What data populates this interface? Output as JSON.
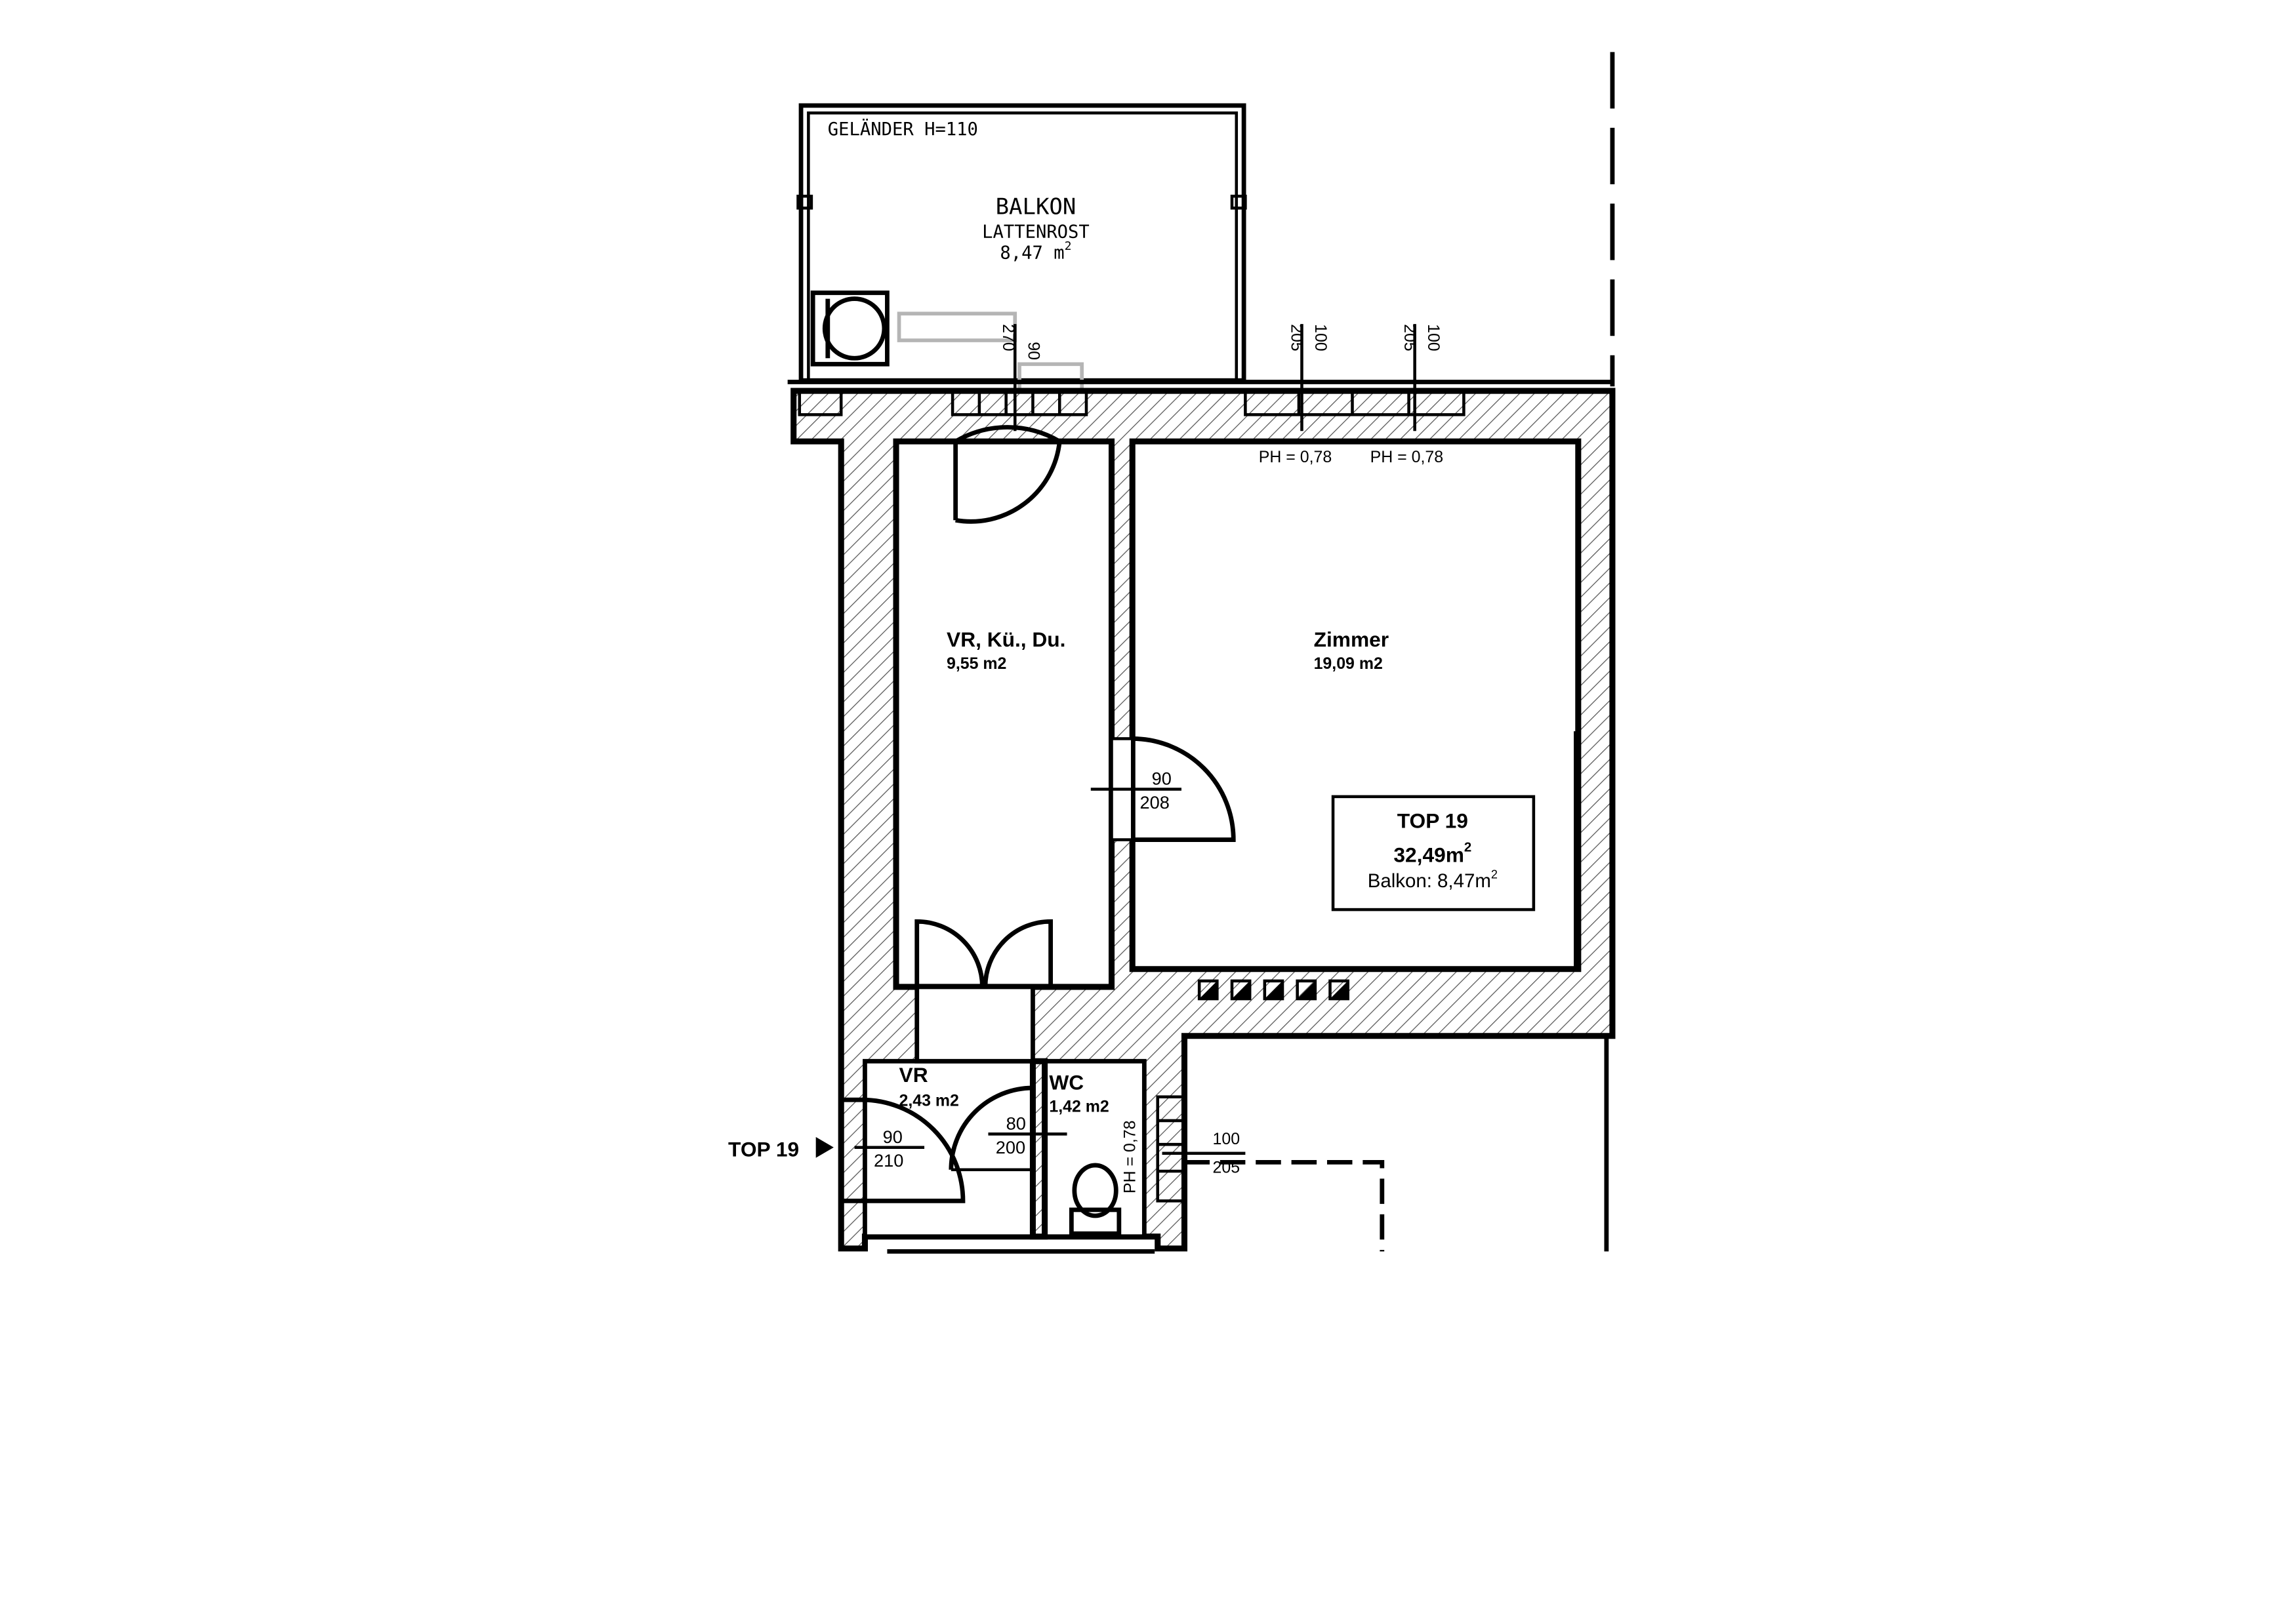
{
  "balcony": {
    "railing": "GELÄNDER H=110",
    "title": "BALKON",
    "floor": "LATTENROST",
    "area": "8,47 m",
    "area_sup": "2"
  },
  "rooms": {
    "kitchen": {
      "name": "VR, Kü., Du.",
      "area": "9,55 m2"
    },
    "room": {
      "name": "Zimmer",
      "area": "19,09 m2"
    },
    "hall": {
      "name": "VR",
      "area": "2,43 m2"
    },
    "wc": {
      "name": "WC",
      "area": "1,42 m2"
    }
  },
  "unit_box": {
    "title": "TOP 19",
    "area": "32,49m",
    "area_sup": "2",
    "balcony_label": "Balkon:  8,47m",
    "balcony_sup": "2"
  },
  "entry": {
    "label": "TOP 19"
  },
  "openings": {
    "balcony_door": {
      "width": "90",
      "height": "270"
    },
    "window_1": {
      "width": "100",
      "height": "205",
      "parapet": "PH = 0,78"
    },
    "window_2": {
      "width": "100",
      "height": "205",
      "parapet": "PH = 0,78"
    },
    "room_door": {
      "width": "90",
      "height": "208"
    },
    "entry_door": {
      "width": "90",
      "height": "210"
    },
    "wc_door": {
      "width": "80",
      "height": "200"
    },
    "wc_window": {
      "parapet": "PH = 0,78"
    },
    "hall_window": {
      "width": "100",
      "height": "205"
    }
  }
}
